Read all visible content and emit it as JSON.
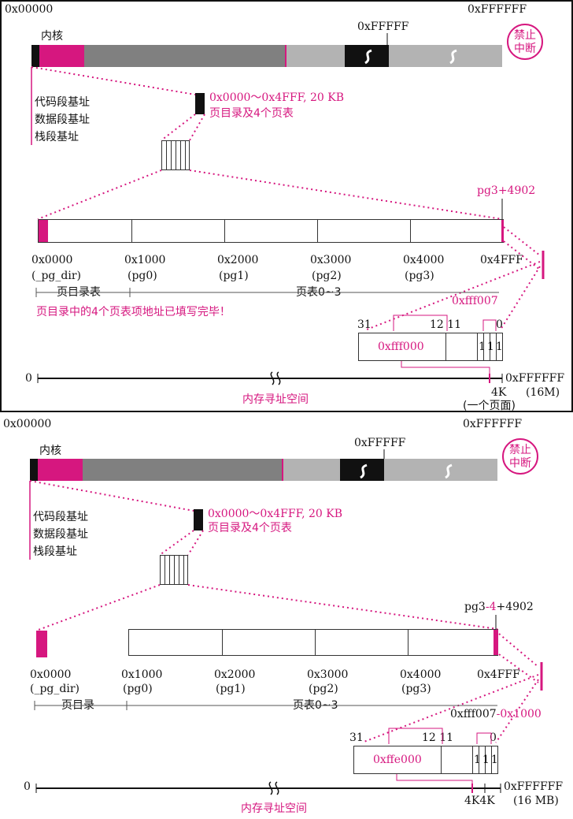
{
  "top": {
    "addr_start": "0x00000",
    "addr_mid": "0xFFFFF",
    "addr_end": "0xFFFFFF",
    "kernel_label": "内核",
    "no_interrupt_1": "禁止",
    "no_interrupt_2": "中断",
    "seg_base_1": "代码段基址",
    "seg_base_2": "数据段基址",
    "seg_base_3": "栈段基址",
    "pagedir_range": "0x0000～0x4FFF, 20 KB",
    "pagedir_desc": "页目录及4个页表",
    "pg3_label": "pg3+4902",
    "addrs": [
      "0x0000",
      "0x1000",
      "0x2000",
      "0x3000",
      "0x4000",
      "0x4FFF"
    ],
    "names": [
      "(_pg_dir)",
      "(pg0)",
      "(pg1)",
      "(pg2)",
      "(pg3)"
    ],
    "range_dir": "页目录表",
    "range_tables": "页表0~3",
    "entry_value": "0xfff007",
    "filled_note": "页目录中的4个页表项地址已填写完毕！",
    "bit_31": "31",
    "bit_12_11": "12 11",
    "bit_0": "0",
    "field_addr": "0xfff000",
    "field_flags": "111",
    "mem_start": "0",
    "mem_end": "0xFFFFFF",
    "mem_4k": "4K",
    "mem_size": "(16M)",
    "one_page": "(一个页面)",
    "mem_space": "内存寻址空间"
  },
  "bottom": {
    "addr_start": "0x00000",
    "addr_mid": "0xFFFFF",
    "addr_end": "0xFFFFFF",
    "kernel_label": "内核",
    "no_interrupt_1": "禁止",
    "no_interrupt_2": "中断",
    "seg_base_1": "代码段基址",
    "seg_base_2": "数据段基址",
    "seg_base_3": "栈段基址",
    "pagedir_range": "0x0000～0x4FFF, 20 KB",
    "pagedir_desc": "页目录及4个页表",
    "pg3_prefix": "pg3",
    "pg3_minus": "-4",
    "pg3_suffix": "+4902",
    "addrs": [
      "0x0000",
      "0x1000",
      "0x2000",
      "0x3000",
      "0x4000",
      "0x4FFF"
    ],
    "names": [
      "(_pg_dir)",
      "(pg0)",
      "(pg1)",
      "(pg2)",
      "(pg3)"
    ],
    "range_dir": "页目录",
    "range_tables": "页表0~3",
    "entry_value": "0xfff007",
    "entry_minus": "-0x1000",
    "bit_31": "31",
    "bit_12_11": "12 11",
    "bit_0": "0",
    "field_addr": "0xffe000",
    "field_flags": "111",
    "mem_start": "0",
    "mem_end": "0xFFFFFF",
    "mem_4k": "4K4K",
    "mem_size": "(16 MB)",
    "mem_space": "内存寻址空间"
  },
  "colors": {
    "magenta": "#d6177f",
    "dark_gray": "#808080",
    "light_gray": "#b3b3b3",
    "black": "#111111"
  }
}
